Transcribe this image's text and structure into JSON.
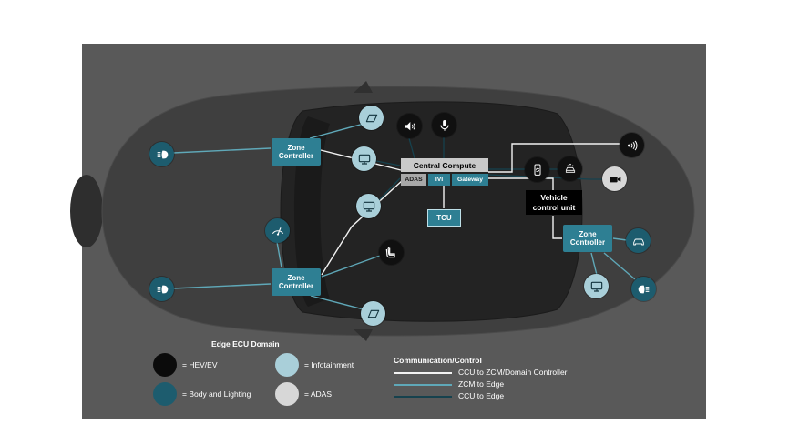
{
  "central_compute": {
    "title": "Central Compute",
    "modules": [
      "ADAS",
      "IVI",
      "Gateway"
    ]
  },
  "tcu": {
    "label": "TCU"
  },
  "vcu": {
    "label": "Vehicle control unit"
  },
  "zones": {
    "front": {
      "label": "Zone Controller"
    },
    "rear_left": {
      "label": "Zone Controller"
    },
    "right": {
      "label": "Zone Controller"
    }
  },
  "legend": {
    "edge_title": "Edge ECU Domain",
    "domains": [
      {
        "label": "= HEV/EV",
        "color": "#0b0b0b"
      },
      {
        "label": "= Body and Lighting",
        "color": "#1d5c6e"
      },
      {
        "label": "= Infotainment",
        "color": "#a9cfd9"
      },
      {
        "label": "= ADAS",
        "color": "#d7d7d7"
      }
    ],
    "comm_title": "Communication/Control",
    "comm_lines": [
      {
        "label": "CCU to ZCM/Domain Controller",
        "color": "#f2f2f2"
      },
      {
        "label": "ZCM to Edge",
        "color": "#5fa8b8"
      },
      {
        "label": "CCU to Edge",
        "color": "#16424e"
      }
    ]
  },
  "icons": [
    {
      "name": "headlight-icon",
      "instance": "front-left",
      "domain": "body-and-lighting"
    },
    {
      "name": "headlight-icon",
      "instance": "rear-left",
      "domain": "body-and-lighting"
    },
    {
      "name": "headlight-icon",
      "instance": "right",
      "domain": "body-and-lighting"
    },
    {
      "name": "wiper-icon",
      "domain": "body-and-lighting"
    },
    {
      "name": "car-window-icon",
      "instance": "top",
      "domain": "infotainment"
    },
    {
      "name": "car-window-icon",
      "instance": "bottom",
      "domain": "infotainment"
    },
    {
      "name": "display-icon",
      "instance": "top",
      "domain": "infotainment"
    },
    {
      "name": "display-icon",
      "instance": "middle",
      "domain": "infotainment"
    },
    {
      "name": "display-icon",
      "instance": "rear-right",
      "domain": "infotainment"
    },
    {
      "name": "speaker-icon",
      "domain": "hev-ev"
    },
    {
      "name": "microphone-icon",
      "domain": "hev-ev"
    },
    {
      "name": "seat-icon",
      "domain": "hev-ev"
    },
    {
      "name": "phone-update-icon",
      "domain": "hev-ev"
    },
    {
      "name": "connected-car-icon",
      "domain": "hev-ev"
    },
    {
      "name": "camera-icon",
      "domain": "adas"
    },
    {
      "name": "sound-wave-icon",
      "domain": "hev-ev"
    },
    {
      "name": "car-access-icon",
      "domain": "body-and-lighting"
    }
  ],
  "colors": {
    "background_panel": "#595959",
    "zone_controller": "#2e7f93",
    "central_compute_header": "#c9c9c9",
    "module_adas": "#a8a8a8",
    "module_ivi": "#2e7f93",
    "module_gateway": "#2e7f93",
    "vcu": "#000000",
    "line_ccu_zcm": "#f2f2f2",
    "line_zcm_edge": "#5fa8b8",
    "line_ccu_edge": "#16424e"
  }
}
